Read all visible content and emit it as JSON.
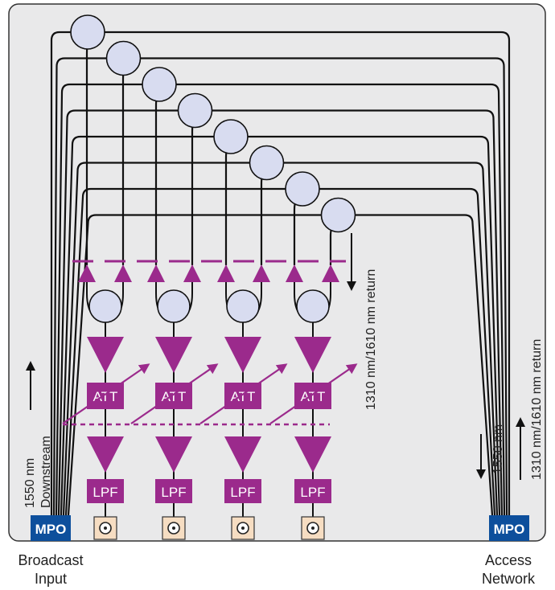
{
  "labels": {
    "mpo_left": "MPO",
    "mpo_right": "MPO",
    "broadcast_line1": "Broadcast",
    "broadcast_line2": "Input",
    "access_line1": "Access",
    "access_line2": "Network",
    "downstream_wavelength": "1550 nm",
    "downstream_word": "Downstream",
    "return_mid": "1310 nm/1610 nm return",
    "return_right": "1310 nm/1610 nm return",
    "downstream_right": "1550 nm",
    "att": "ATT",
    "lpf": "LPF"
  },
  "colors": {
    "panel_bg": "#e9e9ea",
    "panel_border": "#333333",
    "fiber": "#111111",
    "component": "#9b2a8c",
    "component_text": "#ffffff",
    "mpo_bg": "#0d4f9c",
    "coupler_fill": "#d8dcf0",
    "coax_fill": "#f6ddc2"
  },
  "diagram": {
    "fiber_count": 8,
    "receiver_chain_count": 4,
    "icons": [
      "mpo-connector",
      "wdm-coupler",
      "photodiode",
      "y-combiner",
      "rf-amplifier",
      "attenuator",
      "low-pass-filter",
      "coax-output-connector"
    ]
  }
}
